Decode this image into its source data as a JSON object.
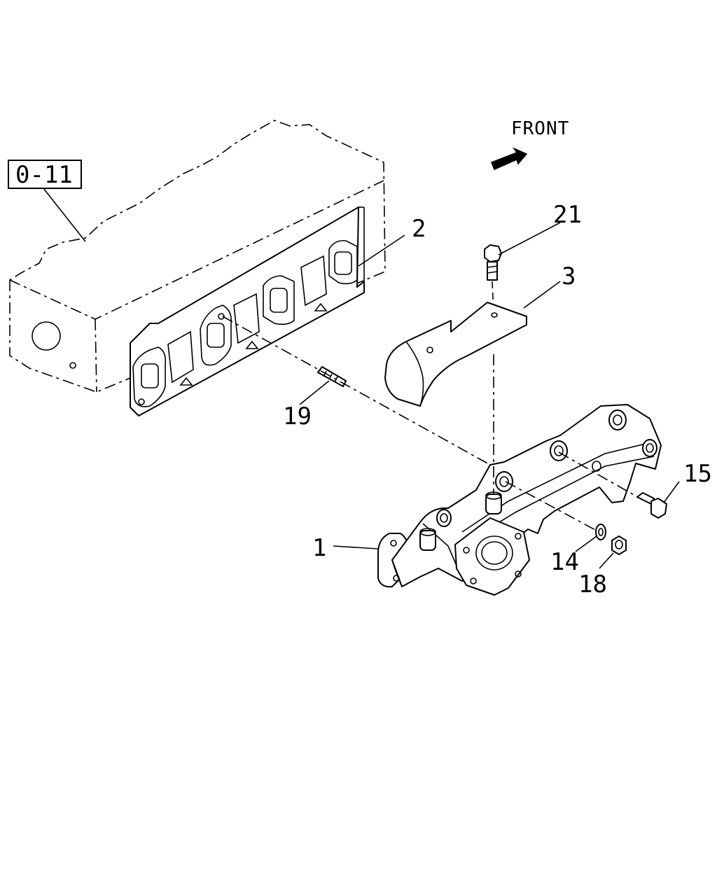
{
  "front_label": "FRONT",
  "ref_box": "0-11",
  "callouts": {
    "c1": "1",
    "c2": "2",
    "c3": "3",
    "c14": "14",
    "c15": "15",
    "c18": "18",
    "c19": "19",
    "c21": "21"
  }
}
